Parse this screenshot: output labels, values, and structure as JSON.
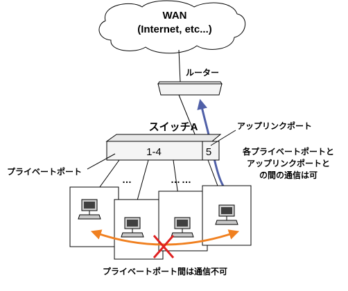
{
  "wan": {
    "line1": "WAN",
    "line2": "(Internet, etc...)"
  },
  "router": {
    "label": "ルーター"
  },
  "switch": {
    "label": "スイッチA",
    "private_ports": "1-4",
    "uplink_port": "5"
  },
  "labels": {
    "uplink_port": "アップリンクポート",
    "private_port": "プライベートポート",
    "allowed_line1": "各プライベートポートと",
    "allowed_line2": "アップリンクポートと",
    "allowed_line3": "の間の通信は可",
    "blocked": "プライベートポート間は通信不可"
  },
  "dots": "…",
  "colors": {
    "arrow_blue": "#5060a8",
    "arrow_orange": "#f08020",
    "cross_red": "#e02020",
    "device_fill": "#f4f4f4",
    "stroke": "#000000"
  }
}
